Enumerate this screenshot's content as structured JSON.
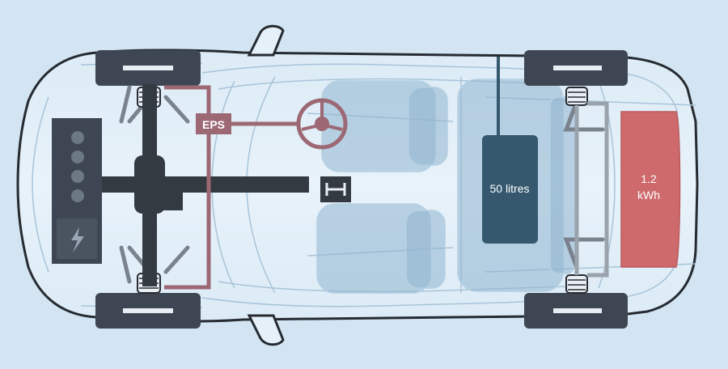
{
  "colors": {
    "background": "#d3e5f2",
    "body_outline": "#262b31",
    "body_line": "#9fbdd3",
    "wheel": "#3d4652",
    "drivetrain": "#343a42",
    "steering": "#9c6873",
    "fuel_tank": "#35586e",
    "battery": "#cf6a6c",
    "seat": "#8fb5cf"
  },
  "labels": {
    "eps": "EPS",
    "fuel_tank": "50 litres",
    "battery_line1": "1.2",
    "battery_line2": "kWh"
  },
  "icons": {
    "engine": "engine-cylinders-icon",
    "motor": "lightning-bolt-icon",
    "gearbox": "h-pattern-gear-icon",
    "steering": "steering-wheel-icon"
  }
}
